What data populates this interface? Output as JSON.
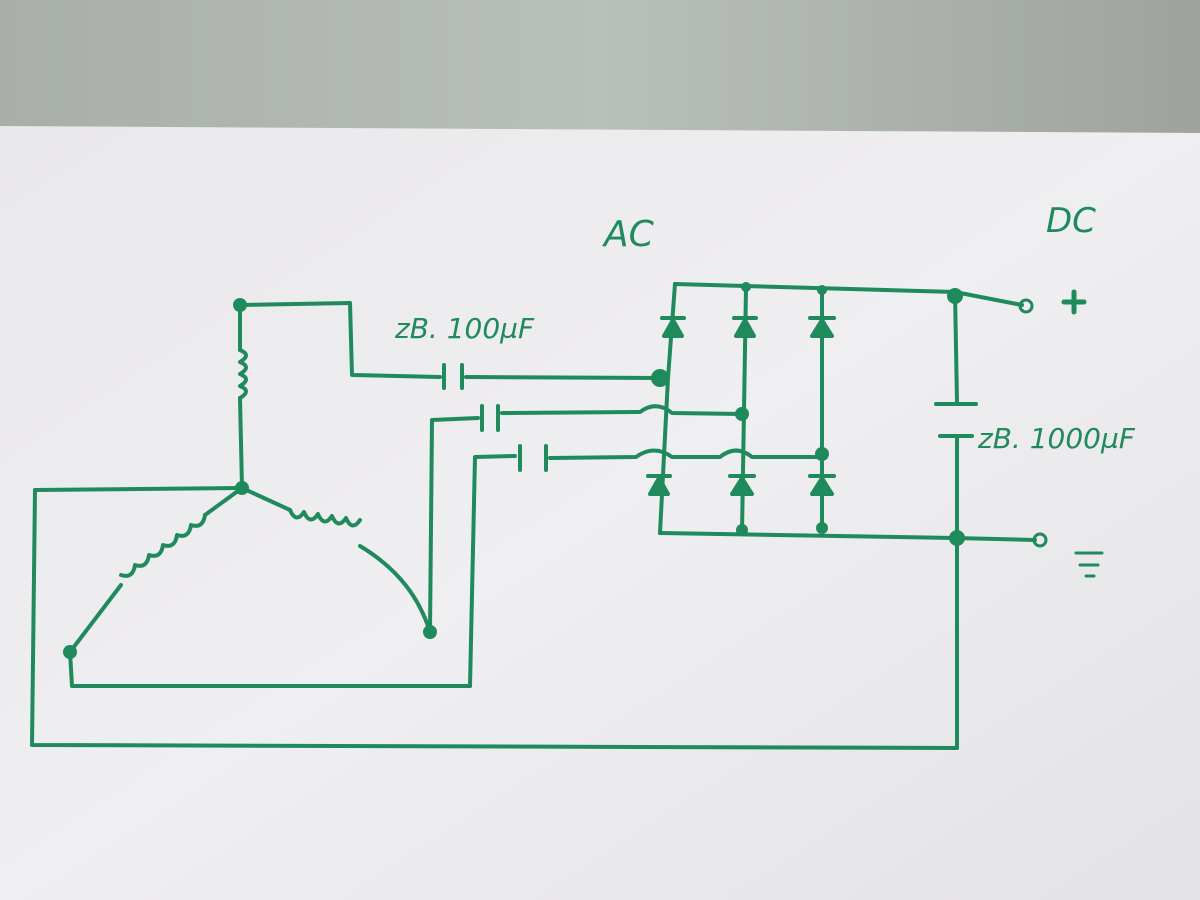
{
  "labels": {
    "ac": "AC",
    "dc": "DC",
    "plus": "+",
    "cap_small": "zB. 100µF",
    "cap_large": "zB. 1000µF"
  },
  "colors": {
    "ink": "#1f8a5b",
    "paper": "#ecebed",
    "background_wall": "#b6bcb6"
  },
  "icons": [
    "inductor-coil-icon",
    "capacitor-icon",
    "diode-icon",
    "ground-symbol-icon",
    "terminal-circle-icon",
    "junction-dot-icon"
  ]
}
